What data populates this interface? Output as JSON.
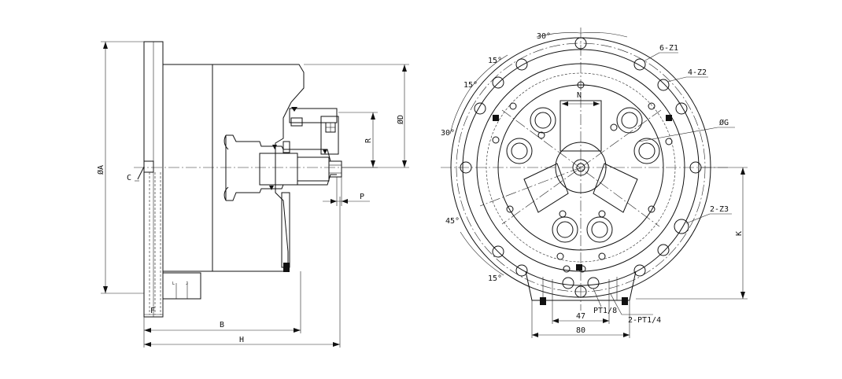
{
  "labels": {
    "phiA": "ØA",
    "C": "C",
    "F": "F",
    "B": "B",
    "H": "H",
    "R": "R",
    "phiD": "ØD",
    "P": "P",
    "ang30_top": "30°",
    "ang15_a": "15°",
    "ang15_b": "15°",
    "ang30_left": "30°",
    "ang45": "45°",
    "ang15_bottom": "15°",
    "z1": "6-Z1",
    "z2": "4-Z2",
    "phiG": "ØG",
    "N": "N",
    "z3": "2-Z3",
    "K": "K",
    "pt18": "PT1/8",
    "pt14": "2-PT1/4",
    "dim47": "47",
    "dim80": "80",
    "small_l": "L",
    "small_r": "J"
  }
}
